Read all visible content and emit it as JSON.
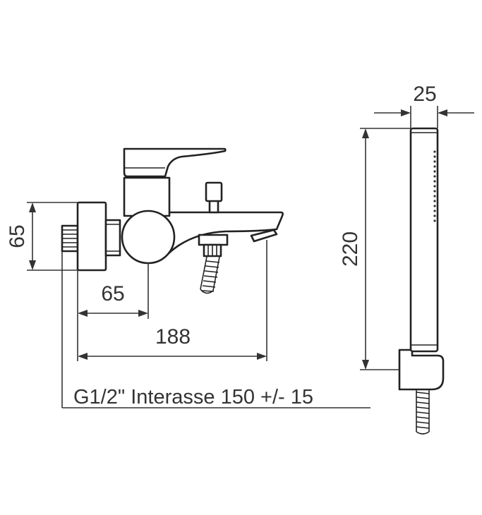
{
  "dimensions": {
    "height_left": "65",
    "depth_inner": "65",
    "overall_length": "188",
    "handshower_width": "25",
    "handshower_length": "220"
  },
  "note": "G1/2\" Interasse 150 +/- 15",
  "colors": {
    "line": "#333333",
    "background": "#ffffff"
  }
}
